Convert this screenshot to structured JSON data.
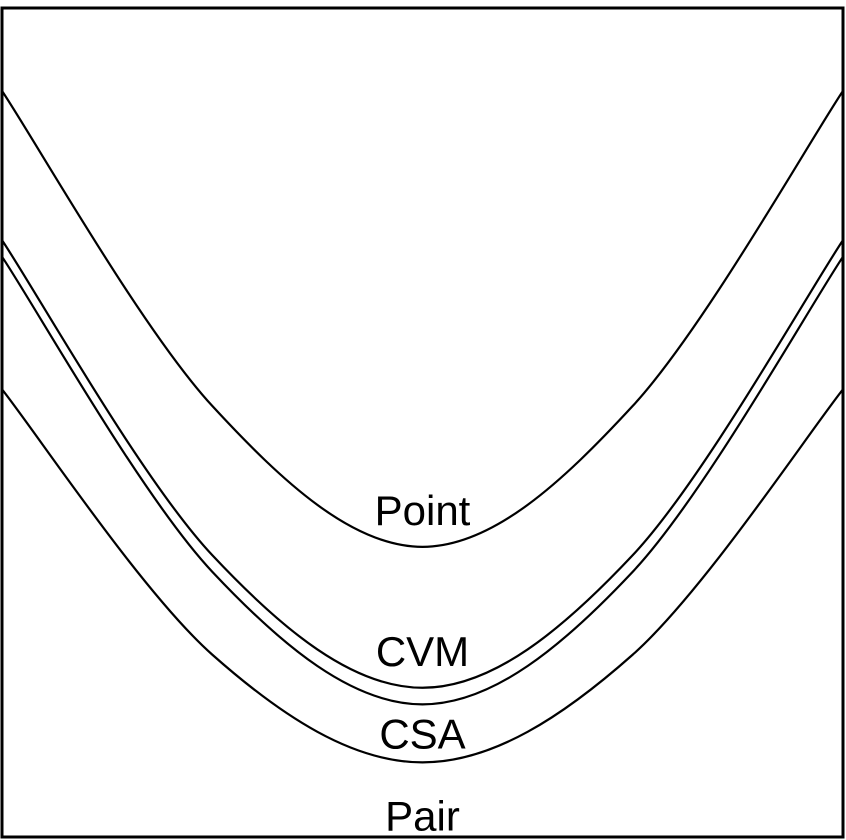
{
  "chart_data": {
    "type": "line",
    "title": "",
    "xlabel": "",
    "ylabel": "",
    "grid": false,
    "legend": "none",
    "xlim": [
      0,
      1
    ],
    "ylim": [
      0,
      1
    ],
    "series": [
      {
        "name": "Point",
        "x": [
          0,
          0.25,
          0.5,
          0.75,
          1
        ],
        "values": [
          0.9,
          0.52,
          0.35,
          0.52,
          0.9
        ]
      },
      {
        "name": "CVM",
        "x": [
          0,
          0.25,
          0.5,
          0.75,
          1
        ],
        "values": [
          0.72,
          0.34,
          0.18,
          0.34,
          0.72
        ]
      },
      {
        "name": "CSA",
        "x": [
          0,
          0.25,
          0.5,
          0.75,
          1
        ],
        "values": [
          0.7,
          0.32,
          0.16,
          0.32,
          0.7
        ]
      },
      {
        "name": "Pair",
        "x": [
          0,
          0.25,
          0.5,
          0.75,
          1
        ],
        "values": [
          0.54,
          0.22,
          0.09,
          0.22,
          0.54
        ]
      }
    ],
    "line_color": "#000000",
    "background": "#ffffff"
  }
}
